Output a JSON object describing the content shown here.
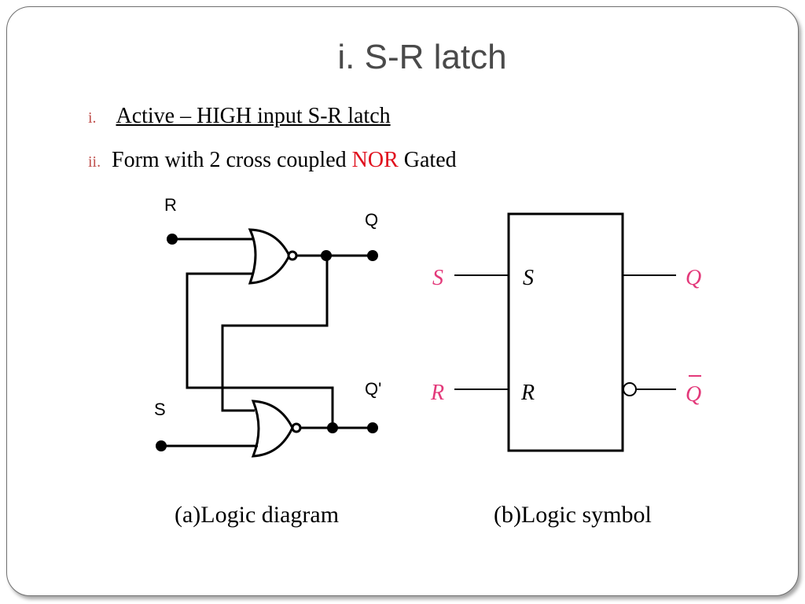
{
  "title": "i. S-R latch",
  "bullets": [
    {
      "num": "i.",
      "text": "Active – HIGH input S-R latch"
    },
    {
      "num": "ii.",
      "pre": "Form with 2 cross coupled ",
      "highlight": "NOR",
      "post": " Gated"
    }
  ],
  "logic_diagram": {
    "caption": "(a)Logic diagram",
    "labels": {
      "r": "R",
      "s": "S",
      "q": "Q",
      "q_not": "Q'"
    }
  },
  "logic_symbol": {
    "caption": "(b)Logic symbol",
    "outer_labels": {
      "s": "S",
      "r": "R",
      "q": "Q",
      "q_bar": "Q"
    },
    "inner_labels": {
      "s": "S",
      "r": "R"
    }
  },
  "colors": {
    "pin_label": "#e3397a",
    "highlight": "#e0101d",
    "bullet_number": "#c0504d",
    "title": "#4a4a4a"
  }
}
